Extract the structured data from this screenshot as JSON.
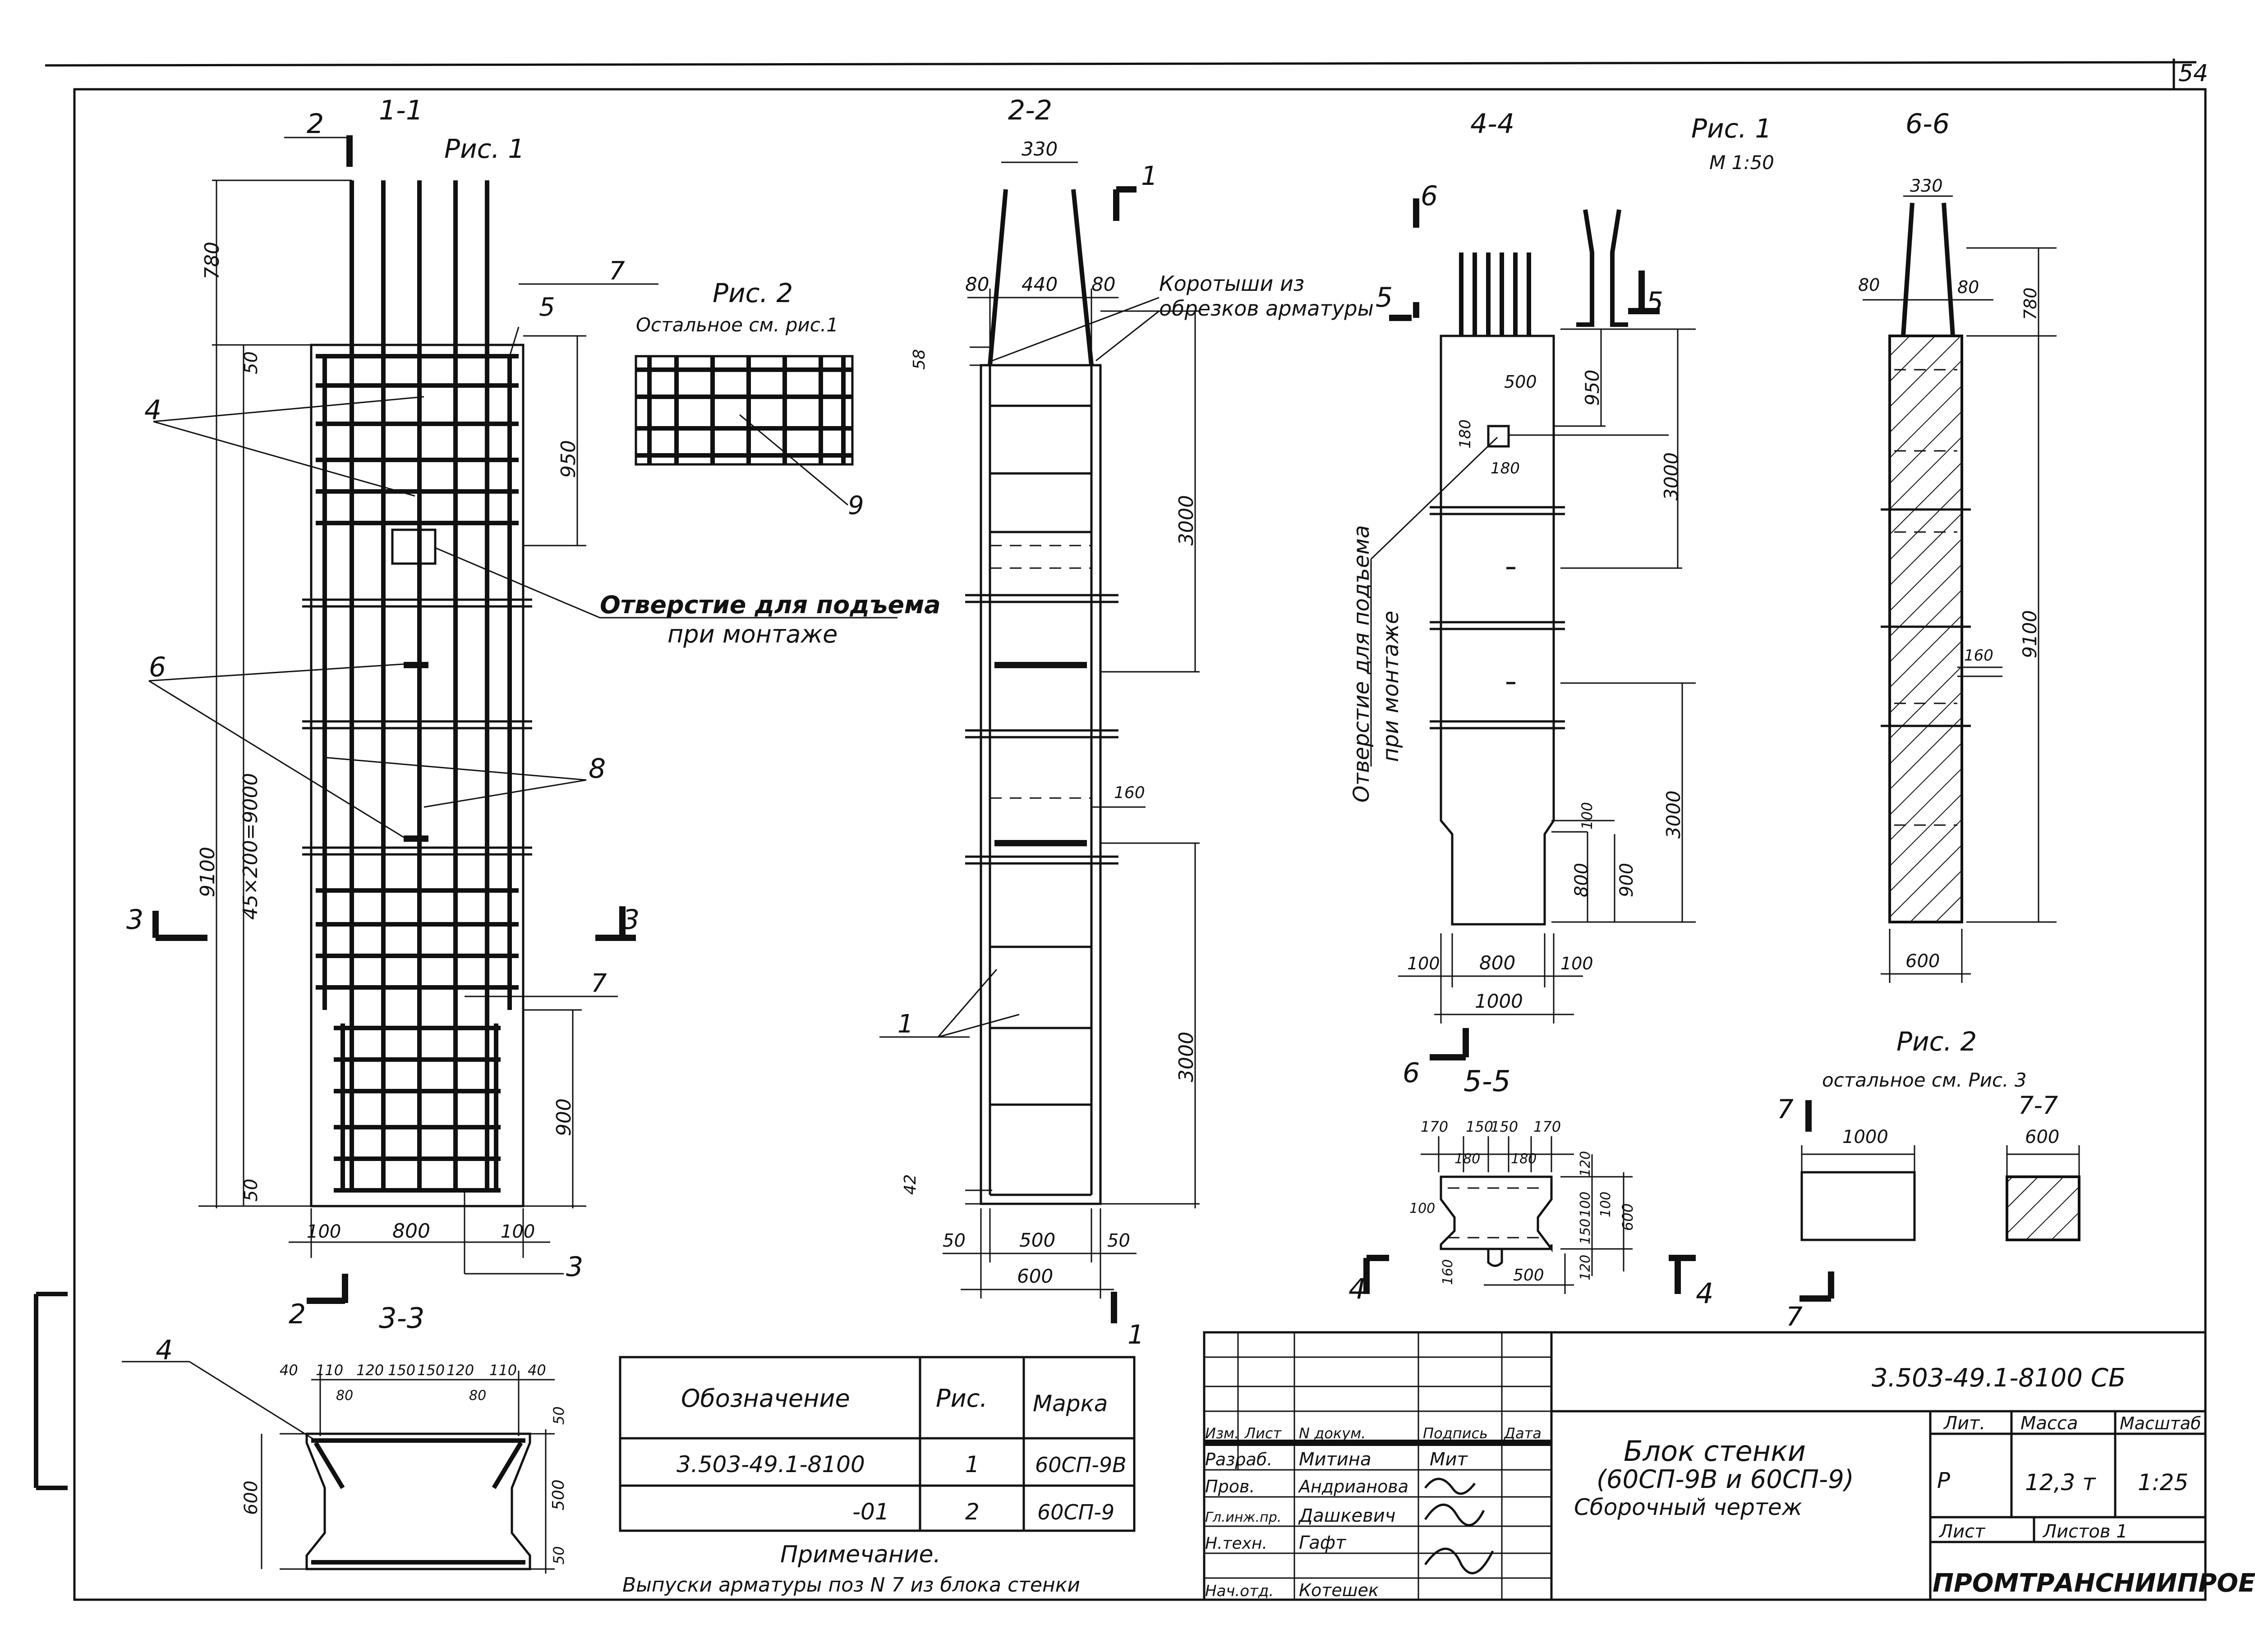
{
  "page_number": "54",
  "sections": {
    "s11": "1-1",
    "s22": "2-2",
    "s44": "4-4",
    "s66": "6-6",
    "s33": "3-3",
    "s55": "5-5",
    "s77": "7-7"
  },
  "figures": {
    "ris1_a": "Рис. 1",
    "ris1_b": "Рис. 1",
    "ris1_scale": "М 1:50",
    "ris2_a": "Рис. 2",
    "ris2_a_note": "Остальное см. рис.1",
    "ris2_b": "Рис. 2",
    "ris2_b_note": "остальное см. Рис. 3"
  },
  "cut_marks": [
    "1",
    "2",
    "3",
    "4",
    "5",
    "6",
    "7"
  ],
  "callouts": {
    "lift_hole": "Отверстие для подъема",
    "lift_hole_2": "при монтаже",
    "lift_hole_v": "Отверстие для подъема",
    "lift_hole_v2": "при монтаже",
    "shorts": "Коротыши из",
    "shorts_2": "обрезков арматуры"
  },
  "positions": [
    "1",
    "4",
    "5",
    "6",
    "7",
    "8",
    "9"
  ],
  "dims_11": [
    "780",
    "50",
    "950",
    "45×200=9000",
    "9100",
    "900",
    "50",
    "100",
    "800",
    "100"
  ],
  "dims_22": [
    "330",
    "80",
    "440",
    "80",
    "58",
    "3000",
    "160",
    "3000",
    "42",
    "50",
    "500",
    "50",
    "600"
  ],
  "dims_44": [
    "950",
    "500",
    "180",
    "180",
    "3000",
    "3000",
    "100",
    "800",
    "900",
    "100",
    "800",
    "100",
    "1000"
  ],
  "dims_66": [
    "330",
    "80",
    "80",
    "780",
    "160",
    "9100",
    "600"
  ],
  "dims_55": [
    "170",
    "150",
    "150",
    "170",
    "180",
    "180",
    "120",
    "100",
    "150",
    "100",
    "120",
    "600",
    "100",
    "160",
    "500"
  ],
  "dims_33": [
    "40",
    "110",
    "120",
    "150",
    "150",
    "120",
    "110",
    "40",
    "80",
    "80",
    "50",
    "500",
    "50",
    "600"
  ],
  "dims_77": [
    "1000",
    "600"
  ],
  "spec_table": {
    "headers": [
      "Обозначение",
      "Рис.",
      "Марка"
    ],
    "rows": [
      [
        "3.503-49.1-8100",
        "1",
        "60СП-9В"
      ],
      [
        "-01",
        "2",
        "60СП-9"
      ]
    ]
  },
  "note_title": "Примечание.",
  "note_text": "Выпуски арматуры поз N 7   из блока стенки",
  "title_block": {
    "code": "3.503-49.1-8100 СБ",
    "col_heads": [
      "Изм.",
      "Лист",
      "N докум.",
      "Подпись",
      "Дата"
    ],
    "roles": [
      {
        "role": "Разраб.",
        "name": "Митина",
        "sign": "Мит"
      },
      {
        "role": "Пров.",
        "name": "Андрианова",
        "sign": ""
      },
      {
        "role": "Гл.инж.пр.",
        "name": "Дашкевич",
        "sign": ""
      },
      {
        "role": "Н.техн.",
        "name": "Гафт",
        "sign": ""
      },
      {
        "role": "Нач.отд.",
        "name": "Котешек",
        "sign": ""
      }
    ],
    "title_1": "Блок стенки",
    "title_2": "(60СП-9В и 60СП-9)",
    "title_3": "Сборочный чертеж",
    "lit_h": "Лит.",
    "mass_h": "Масса",
    "scale_h": "Масштаб",
    "lit": "Р",
    "mass": "12,3 т",
    "scale": "1:25",
    "sheet_h": "Лист",
    "sheets_h": "Листов 1",
    "org": "ПРОМТРАНСНИИПРОЕКТ"
  }
}
